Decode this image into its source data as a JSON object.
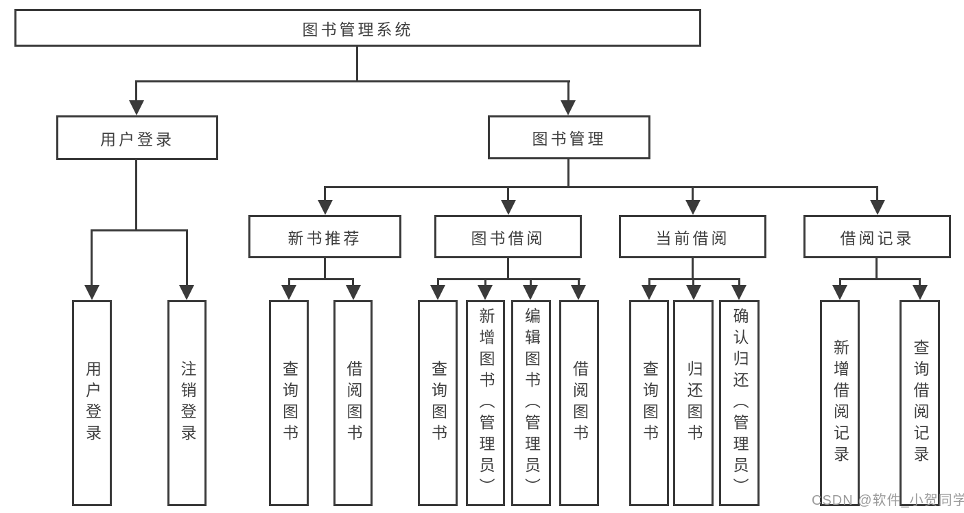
{
  "diagram": {
    "root": {
      "label": "图书管理系统"
    },
    "level2": [
      {
        "label": "用户登录"
      },
      {
        "label": "图书管理"
      }
    ],
    "level3": [
      {
        "label": "新书推荐"
      },
      {
        "label": "图书借阅"
      },
      {
        "label": "当前借阅"
      },
      {
        "label": "借阅记录"
      }
    ],
    "leaves": [
      {
        "label": "用户登录"
      },
      {
        "label": "注销登录"
      },
      {
        "label": "查询图书"
      },
      {
        "label": "借阅图书"
      },
      {
        "label": "查询图书"
      },
      {
        "label": "新增图书（管理员）"
      },
      {
        "label": "编辑图书（管理员）"
      },
      {
        "label": "借阅图书"
      },
      {
        "label": "查询图书"
      },
      {
        "label": "归还图书"
      },
      {
        "label": "确认归还（管理员）"
      },
      {
        "label": "新增借阅记录"
      },
      {
        "label": "查询借阅记录"
      }
    ]
  },
  "watermark": {
    "text": "CSDN @软件_小贺同学"
  },
  "colors": {
    "line": "#3a3a3a",
    "text": "#3f3f3f",
    "watermark": "#9b9b9b",
    "background": "#ffffff"
  }
}
